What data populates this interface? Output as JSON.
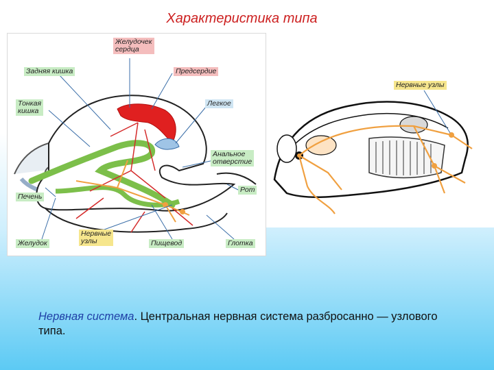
{
  "slide": {
    "title": "Характеристика типа",
    "caption_highlight": "Нервная система",
    "caption_rest": ". Центральная нервная система разбросанно — узлового типа."
  },
  "left_diagram": {
    "labels": {
      "ventricle": "Желудочек\nсердца",
      "hindgut": "Задняя кишка",
      "atrium": "Предсердие",
      "small_intestine": "Тонкая\nкишка",
      "lung": "Легкое",
      "anus": "Анальное\nотверстие",
      "liver": "Печень",
      "mouth": "Рот",
      "stomach": "Желудок",
      "nerve_ganglia": "Нервные\nузлы",
      "esophagus": "Пищевод",
      "pharynx": "Глотка"
    }
  },
  "right_diagram": {
    "labels": {
      "nerve_ganglia": "Нервные узлы"
    }
  },
  "colors": {
    "title": "#cc1f1f",
    "caption_highlight": "#1f3fa6",
    "nerve": "#f0a040",
    "heart": "#e02020",
    "gut": "#7cbf4a"
  }
}
